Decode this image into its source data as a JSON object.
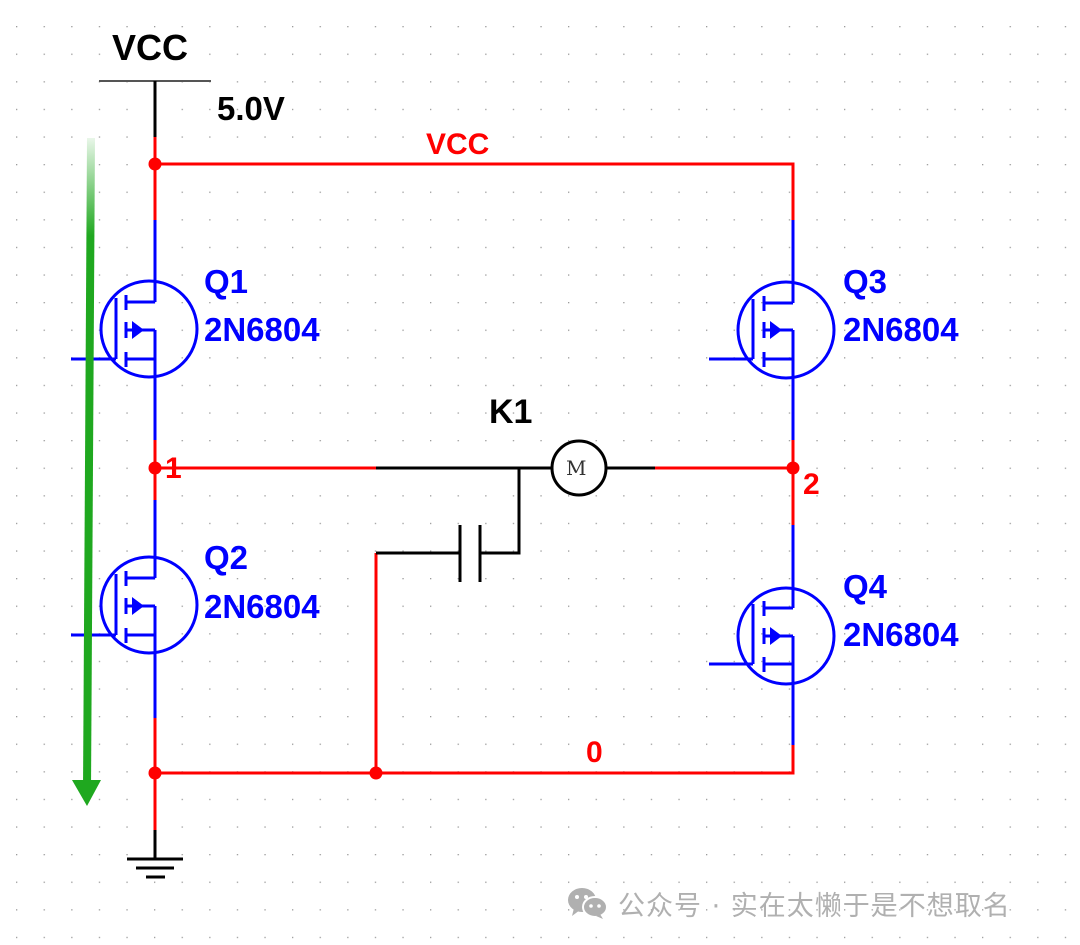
{
  "schematic": {
    "power_source": {
      "name": "VCC",
      "voltage": "5.0V"
    },
    "net_labels": {
      "vcc": "VCC",
      "node1": "1",
      "node2": "2",
      "ground": "0"
    },
    "transistors": [
      {
        "ref": "Q1",
        "part": "2N6804"
      },
      {
        "ref": "Q2",
        "part": "2N6804"
      },
      {
        "ref": "Q3",
        "part": "2N6804"
      },
      {
        "ref": "Q4",
        "part": "2N6804"
      }
    ],
    "motor": {
      "ref": "K1",
      "symbol": "M"
    },
    "colors": {
      "wire": "#ff0000",
      "component": "#0000ff",
      "passive": "#000000",
      "arrow": "#1fa81f",
      "grid_dot": "#9a9a9a"
    }
  },
  "watermark": {
    "icon": "wechat-icon",
    "text": "公众号 · 实在太懒于是不想取名"
  }
}
